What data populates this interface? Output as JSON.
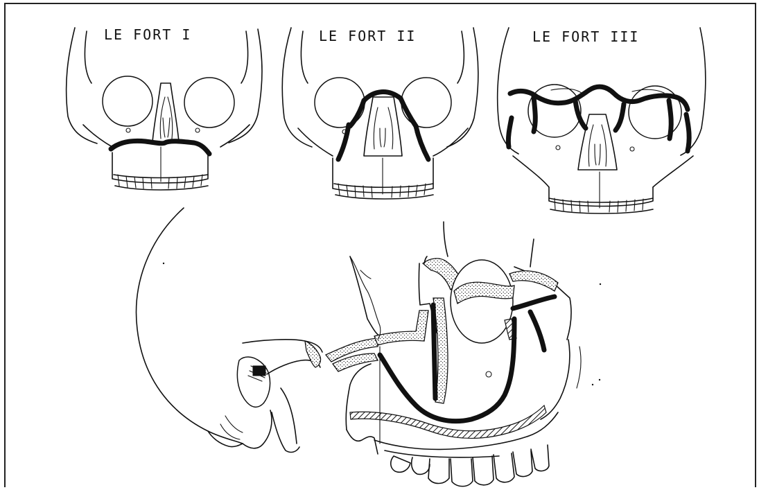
{
  "labels": {
    "fort1": "LE FORT I",
    "fort2": "LE FORT II",
    "fort3": "LE FORT III"
  }
}
